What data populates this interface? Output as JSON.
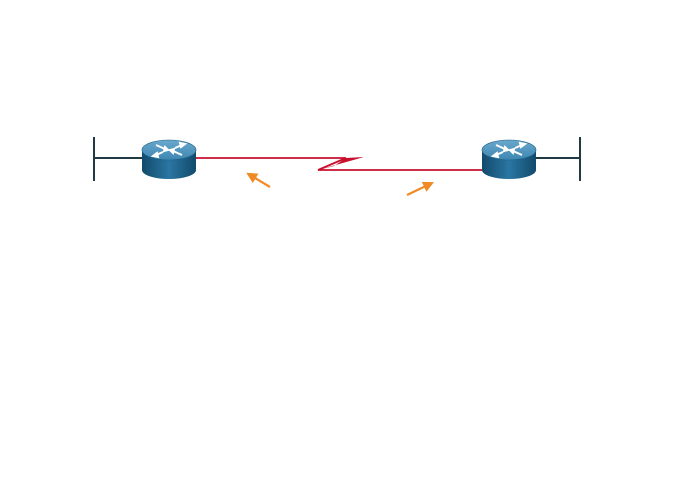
{
  "diagram": {
    "nodes": [
      {
        "type": "router",
        "icon": "router-icon"
      },
      {
        "type": "router",
        "icon": "router-icon"
      }
    ],
    "links": [
      {
        "type": "serial-wan-link",
        "icon": "serial-link-icon",
        "color": "#c8102e"
      },
      {
        "type": "lan-segment",
        "color": "#1f3a44"
      },
      {
        "type": "lan-segment",
        "color": "#1f3a44"
      }
    ],
    "pointers": [
      {
        "icon": "arrow-icon",
        "color": "#f08a24"
      },
      {
        "icon": "arrow-icon",
        "color": "#f08a24"
      }
    ],
    "colors": {
      "router_top": "#4a8fb6",
      "router_side": "#1d5f86",
      "router_arrows": "#ffffff",
      "background": "#ffffff"
    }
  }
}
